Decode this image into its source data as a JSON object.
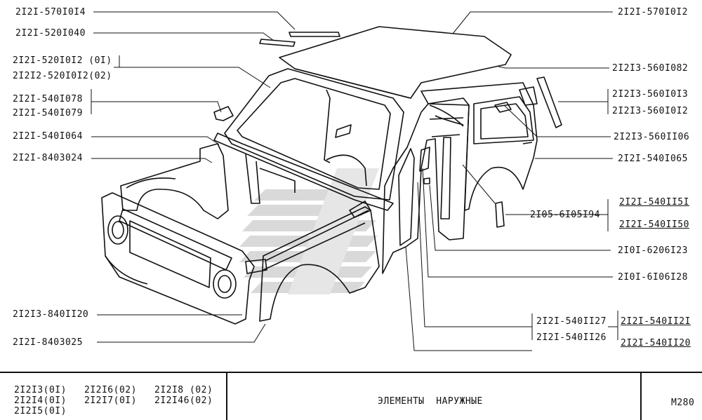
{
  "callouts": {
    "l1": "2I2I-570I0I4",
    "l2": "2I2I-520I040",
    "l3a": "2I2I-520I0I2 (0I)",
    "l3b": "2I2I2-520I0I2(02)",
    "l4a": "2I2I-540I078",
    "l4b": "2I2I-540I079",
    "l5": "2I2I-540I064",
    "l6": "2I2I-8403024",
    "l7": "2I2I3-840II20",
    "l8": "2I2I-8403025",
    "r1": "2I2I-570I0I2",
    "r2": "2I2I3-560I082",
    "r3a": "2I2I3-560I0I3",
    "r3b": "2I2I3-560I0I2",
    "r4": "2I2I3-560II06",
    "r5": "2I2I-540I065",
    "r6a": "2I2I-540II5I",
    "r6b": "2I2I-540II50",
    "r7": "2I05-6I05I94",
    "r8": "2I0I-6206I23",
    "r9": "2I0I-6I06I28",
    "r10a": "2I2I-540II27",
    "r10b": "2I2I-540II26",
    "r11a": "2I2I-540II2I",
    "r11b": "2I2I-540II20"
  },
  "footer": {
    "models": [
      "2I2I3(0I)",
      "2I2I6(02)",
      "2I2I8 (02)",
      "2I2I4(0I)",
      "2I2I7(0I)",
      "2I2I46(02)",
      "2I2I5(0I)"
    ],
    "title": "ЭЛЕМЕНТЫ  НАРУЖНЫЕ",
    "code": "M280"
  }
}
